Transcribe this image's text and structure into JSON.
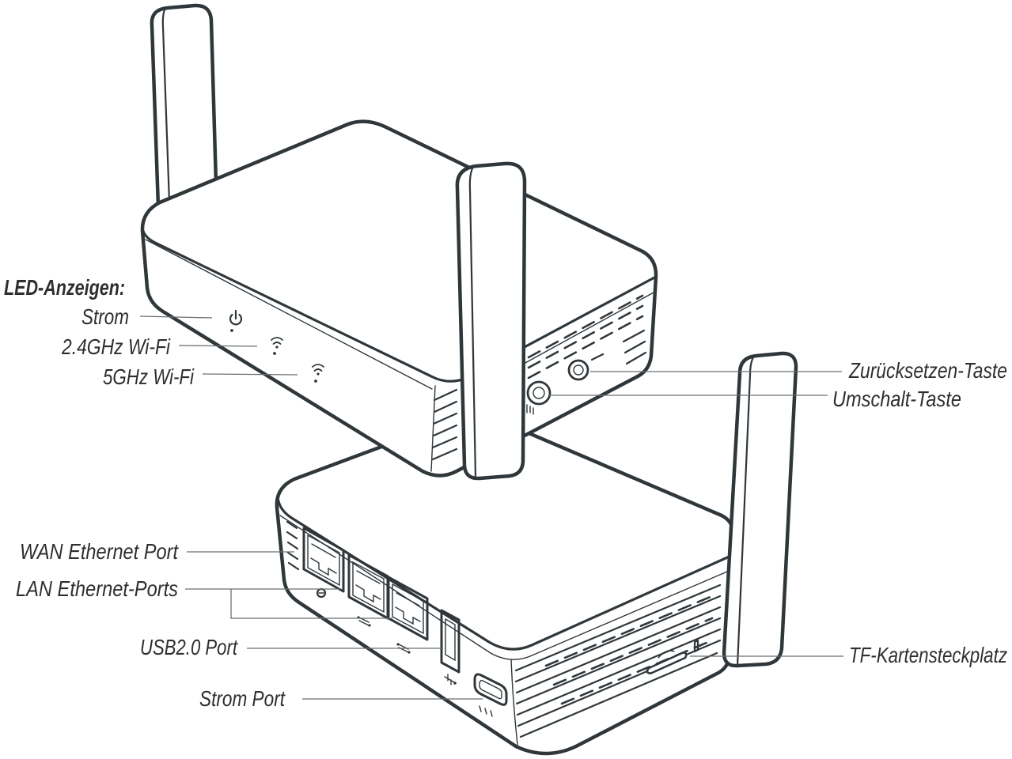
{
  "labels": {
    "led_heading": "LED-Anzeigen:",
    "led_power": "Strom",
    "led_wifi_24": "2.4GHz Wi-Fi",
    "led_wifi_5": "5GHz Wi-Fi",
    "reset_button": "Zurücksetzen-Taste",
    "toggle_button": "Umschalt-Taste",
    "wan_port": "WAN Ethernet Port",
    "lan_ports": "LAN Ethernet-Ports",
    "usb_port": "USB2.0 Port",
    "power_port": "Strom Port",
    "tf_slot": "TF-Kartensteckplatz"
  },
  "icons": [
    "power-icon",
    "wifi-icon",
    "ethernet-icon",
    "usb-icon",
    "ground-icon",
    "sd-card-icon"
  ],
  "colors": {
    "line": "#30373b",
    "background": "#ffffff",
    "text": "#2e2e2e",
    "leader": "#6a6e70"
  }
}
